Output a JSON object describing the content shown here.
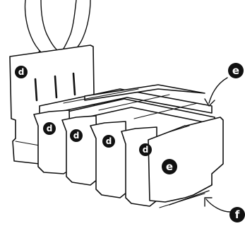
{
  "labels": {
    "d": "d",
    "e": "e",
    "f": "f"
  },
  "colors": {
    "ink": "#111111",
    "panel": "#ffffff"
  }
}
